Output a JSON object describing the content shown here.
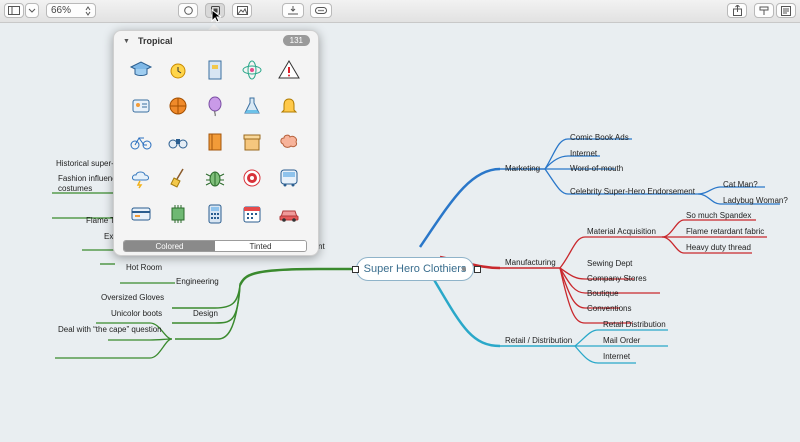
{
  "toolbar": {
    "zoom": "66%",
    "icons": [
      "sidebar-icon",
      "chevron-down-icon",
      "stepper-icon",
      "circle-icon",
      "image-icon",
      "photo-icon",
      "align-icon",
      "capsule-icon",
      "share-icon",
      "style-icon",
      "notes-icon"
    ]
  },
  "central_topic": "Super Hero Clothiers",
  "branches": {
    "marketing": {
      "label": "Marketing",
      "color": "#2a77c9",
      "children": [
        "Comic Book Ads",
        "Internet",
        "Word-of-mouth",
        "Celebrity Super-Hero Endorsement"
      ],
      "endorsement_children": [
        "Cat Man?",
        "Ladybug Woman?"
      ]
    },
    "manufacturing": {
      "label": "Manufacturing",
      "color": "#c9282d",
      "children": [
        "Material Acquisition",
        "Sewing Dept",
        "Company Stores",
        "Boutique",
        "Conventions"
      ],
      "material_children": [
        "So much Spandex",
        "Flame retardant fabric",
        "Heavy duty thread"
      ]
    },
    "retail": {
      "label": "Retail / Distribution",
      "color": "#2aa8c9",
      "children": [
        "Retail Distribution",
        "Mail Order",
        "Internet"
      ]
    },
    "left": {
      "color": "#3a8a2e",
      "partial_right_label": "nt",
      "historical": "Historical super-h",
      "fashion1": "Fashion influence",
      "fashion2": "costumes",
      "flame": "Flame T",
      "ex": "Ex",
      "hot_room": "Hot Room",
      "engineering": "Engineering",
      "design": "Design",
      "design_children": [
        "Oversized Gloves",
        "Unicolor boots",
        "Deal with “the cape” question"
      ]
    }
  },
  "popover": {
    "title": "Tropical",
    "count": "131",
    "segment_colored": "Colored",
    "segment_tinted": "Tinted",
    "icons": [
      "graduation-cap-icon",
      "alarm-clock-icon",
      "locker-icon",
      "atom-icon",
      "warning-icon",
      "id-badge-icon",
      "basketball-icon",
      "balloon-icon",
      "flask-icon",
      "bell-icon",
      "bicycle-icon",
      "binoculars-icon",
      "book-icon",
      "box-icon",
      "brain-icon",
      "storm-cloud-icon",
      "broom-icon",
      "bug-icon",
      "target-icon",
      "bus-icon",
      "credit-card-icon",
      "chip-icon",
      "calculator-icon",
      "calendar-icon",
      "car-icon"
    ]
  }
}
